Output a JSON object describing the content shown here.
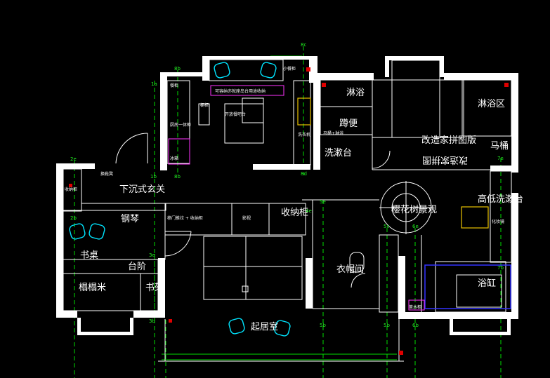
{
  "rooms": {
    "entrance": "下沉式玄关",
    "piano": "钢琴",
    "desk": "书桌",
    "steps": "台阶",
    "tatami": "榻榻米",
    "bookcase": "书架",
    "living": "起居室",
    "storage": "收纳柜",
    "shower_left": "淋浴",
    "toilet_left": "蹲便",
    "wash_left": "洗漱台",
    "renovate": "改造家拼图版",
    "renovate_mirror": "改造家拼图",
    "cherry_view": "樱花树景观",
    "cloakroom": "衣帽间",
    "shower_right": "淋浴区",
    "toilet_right": "马桶",
    "high_low_wash": "高低洗漱台",
    "bathtub": "浴缸"
  },
  "notes": {
    "fridge": "冰箱",
    "kitchen_bar": "厨房一体柜",
    "cabinet": "橱柜",
    "sideboard": "餐柜",
    "island_note": "可容纳亦就座岛台用途收纳",
    "island_sink": "开放餐吧台",
    "small_cabinet": "小餐柜",
    "shoe": "换鞋凳",
    "shoe_cabinet": "收纳柜",
    "wall_note": "移门推拉 + 收纳柜",
    "tv": "影视",
    "vanity": "化妆镜",
    "washer": "洗衣机",
    "tea_cabinet": "茶水柜",
    "wc_note": "马桶+淋浴"
  },
  "axes": {
    "a1": "1a",
    "b8": "8b",
    "c8": "8c",
    "b1": "1b",
    "d8": "8d",
    "e2": "2e",
    "b2": "2b",
    "e3": "3e",
    "b3": "3b",
    "c5": "5c",
    "e5": "5e",
    "b5": "5b",
    "e6": "6e",
    "b6": "6b",
    "e7": "7e",
    "b7": "7b",
    "e4": "4e"
  }
}
